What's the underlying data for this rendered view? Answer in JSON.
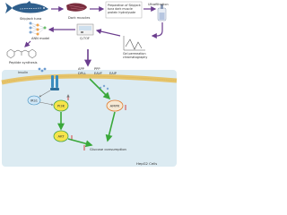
{
  "diagram": {
    "top_panel": {
      "skipjack_label": "Skipjack tuna",
      "dark_muscles_label": "Dark muscles",
      "preparation_label": "Preparation of Skipjack tuna dark muscle protein hydrolysate",
      "ultrafiltration_label": "Ultrafiltration",
      "ann_label": "ANN model",
      "qtof_label": "Q-TOF",
      "gel_label": "Gel permeation chromatography",
      "peptide_label": "Peptide synthesis"
    },
    "bottom_panel": {
      "peptides": [
        "APP",
        "PPP",
        "DPLL",
        "EAVF",
        "EAIP"
      ],
      "cell_label": "HepG2 Cells",
      "irs1_label": "IRS1",
      "pi3k_label": "PI3K",
      "akt_label": "AKT",
      "ampk_label": "AMPK",
      "glucose_label": "Glucose consumption",
      "insulin_label": "Insulin"
    },
    "colors": {
      "cell_bg": "#dcebf2",
      "membrane": "#e6c46b",
      "node_fill": "#f6e44a",
      "node_stroke": "#4aa54a",
      "ampk_fill": "#f6e9d4",
      "ampk_stroke": "#e07b30",
      "arrow_top": "#6b3d8e",
      "arrow_green": "#3aa83a",
      "up_arrow": "#d2322d",
      "fish": "#2f5f8c"
    }
  }
}
